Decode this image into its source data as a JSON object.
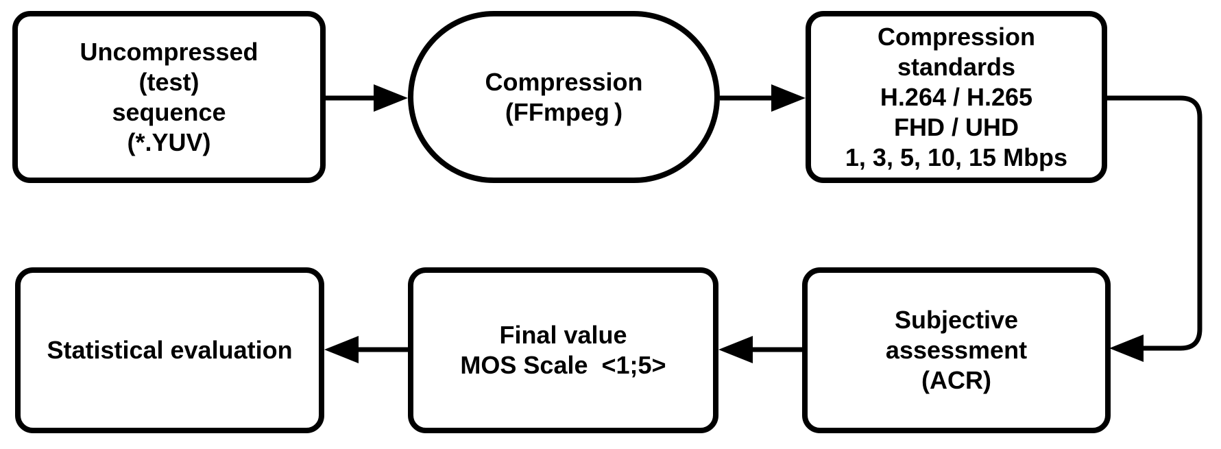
{
  "diagram": {
    "type": "flowchart",
    "colors": {
      "stroke": "#000000",
      "node_fill": "#ffffff",
      "background": "#ffffff",
      "text": "#000000"
    },
    "nodes": {
      "uncompressed": {
        "shape": "rounded-rect",
        "label": "Uncompressed\n(test)\nsequence\n(*.YUV)"
      },
      "compression": {
        "shape": "stadium",
        "label": "Compression\n(FFmpeg )"
      },
      "standards": {
        "shape": "rounded-rect",
        "label": "Compression\nstandards\nH.264 / H.265\nFHD / UHD\n1, 3, 5, 10, 15 Mbps"
      },
      "subjective": {
        "shape": "rounded-rect",
        "label": "Subjective\nassessment\n(ACR)"
      },
      "final_value": {
        "shape": "rounded-rect",
        "label": "Final value\nMOS Scale  <1;5>"
      },
      "statistical": {
        "shape": "rounded-rect",
        "label": "Statistical evaluation"
      }
    },
    "edges": [
      {
        "from": "uncompressed",
        "to": "compression"
      },
      {
        "from": "compression",
        "to": "standards"
      },
      {
        "from": "standards",
        "to": "subjective"
      },
      {
        "from": "subjective",
        "to": "final_value"
      },
      {
        "from": "final_value",
        "to": "statistical"
      }
    ]
  }
}
